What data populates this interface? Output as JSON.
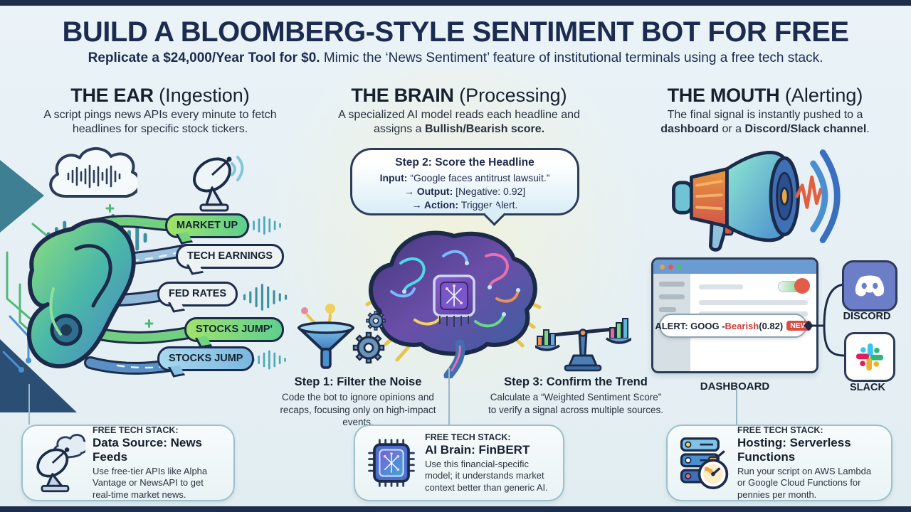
{
  "header": {
    "title": "BUILD A BLOOMBERG-STYLE SENTIMENT BOT FOR FREE",
    "subtitle_bold": "Replicate a $24,000/Year Tool for $0.",
    "subtitle_rest": " Mimic the ‘News Sentiment’ feature of institutional terminals using a free tech stack."
  },
  "ear": {
    "title_bold": "THE EAR",
    "title_rest": " (Ingestion)",
    "description": "A script pings news APIs every minute to fetch headlines for specific stock tickers.",
    "bubbles": [
      {
        "label": "MARKET UP",
        "color": "green"
      },
      {
        "label": "TECH EARNINGS",
        "color": "gray"
      },
      {
        "label": "FED RATES",
        "color": "gray"
      },
      {
        "label": "STOCKS JUMP'",
        "color": "green"
      },
      {
        "label": "STOCKS JUMP",
        "color": "blue"
      }
    ]
  },
  "brain": {
    "title_bold": "THE BRAIN",
    "title_rest": " (Processing)",
    "description_pre": "A specialized AI model reads each headline and assigns a ",
    "description_bold": "Bullish/Bearish score.",
    "callout": {
      "title": "Step 2: Score the Headline",
      "line1_bold": "Input:",
      "line1_rest": " “Google faces antitrust lawsuit.”",
      "line2_bold": "→ Output:",
      "line2_rest": " [Negative: 0.92]",
      "line3_bold": "→ Action:",
      "line3_rest": " Trigger Alert."
    },
    "step1": {
      "title": "Step 1: Filter the Noise",
      "text": "Code the bot to ignore opinions and recaps, focusing only on high-impact events."
    },
    "step3": {
      "title": "Step 3: Confirm the Trend",
      "text": "Calculate a “Weighted Sentiment Score” to verify a signal across multiple sources."
    }
  },
  "mouth": {
    "title_bold": "THE MOUTH",
    "title_rest": " (Alerting)",
    "description_pre": "The final signal is instantly pushed to a ",
    "description_bold1": "dashboard",
    "description_mid": " or a ",
    "description_bold2": "Discord/Slack channel",
    "description_end": ".",
    "alert": {
      "prefix": "ALERT: GOOG - ",
      "sentiment": "Bearish",
      "score": " (0.82)",
      "badge": "NEW"
    },
    "dashboard_label": "DASHBOARD",
    "discord_label": "DISCORD",
    "slack_label": "SLACK"
  },
  "tech_stack": [
    {
      "heading": "FREE TECH STACK:",
      "title": "Data Source: News Feeds",
      "text": "Use free-tier APIs like Alpha Vantage or NewsAPI to get real-time market news.",
      "icon": "satellite-dish-icon"
    },
    {
      "heading": "FREE TECH STACK:",
      "title": "AI Brain: FinBERT",
      "text": "Use this financial-specific model; it understands market context better than generic AI.",
      "icon": "ai-chip-icon"
    },
    {
      "heading": "FREE TECH STACK:",
      "title": "Hosting: Serverless Functions",
      "text": "Run your script on AWS Lambda or Google Cloud Functions for pennies per month.",
      "icon": "server-stopwatch-icon"
    }
  ],
  "colors": {
    "background": "#e8f1f5",
    "navy": "#1d2b4a",
    "bubble_green": "#7fd97c",
    "bubble_blue": "#8cc4e6",
    "alert_red": "#cc3b35",
    "badge_red": "#dd4b40",
    "browser_bar_blue": "#6b9cd1",
    "discord_blurple": "#6d7ec9",
    "slack_blue": "#36C5F0",
    "slack_green": "#2EB67D",
    "slack_yellow": "#ECB22E",
    "slack_pink": "#E01E5A"
  }
}
